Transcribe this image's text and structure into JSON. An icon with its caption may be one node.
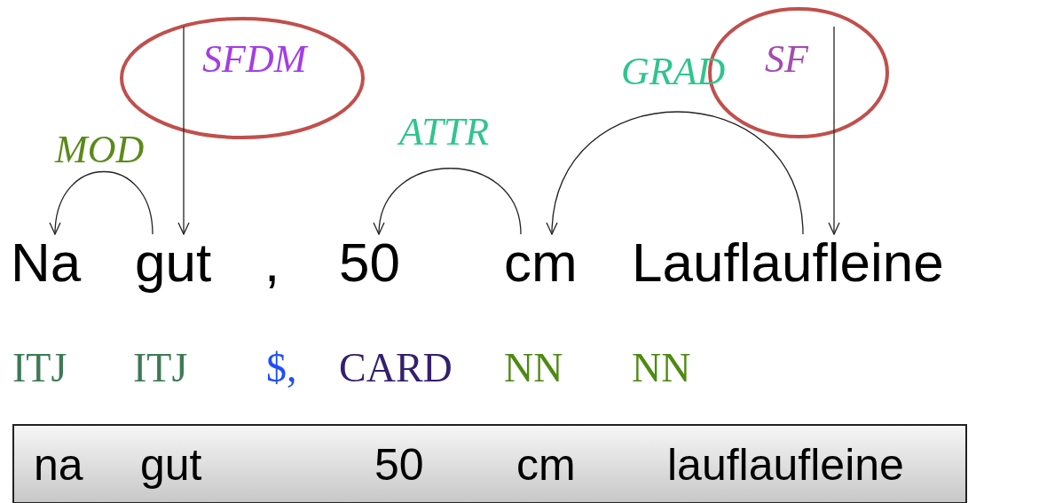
{
  "diagram": {
    "nodes": [
      {
        "text": [
          "Na"
        ],
        "beside": [
          "ITJ"
        ]
      },
      {
        "text": [
          "gut"
        ],
        "beside": [
          "ITJ"
        ]
      },
      {
        "text": [
          ","
        ],
        "beside": [
          "$,"
        ]
      },
      {
        "text": [
          "50"
        ],
        "beside": [
          "CARD"
        ]
      },
      {
        "text": [
          "cm"
        ],
        "beside": [
          "NN"
        ]
      },
      {
        "text": [
          "Lauflaufleine"
        ],
        "beside": [
          "NN"
        ]
      },
      {
        "text": [],
        "shape": "box"
      },
      {
        "text": [
          "na"
        ],
        "in": 6
      },
      {
        "text": [
          "gut"
        ],
        "in": 6
      },
      {
        "text": [
          "50"
        ],
        "in": 6
      },
      {
        "text": [
          "cm"
        ],
        "in": 6
      },
      {
        "text": [
          "lauflaufleine"
        ],
        "in": 6
      }
    ],
    "edges": [
      {
        "from": 1,
        "to": 0,
        "arrow": "to",
        "label": "MOD"
      },
      {
        "from": null,
        "to": 1,
        "arrow": "to",
        "label": "SFDM"
      },
      {
        "from": 4,
        "to": 3,
        "arrow": "to",
        "label": "ATTR"
      },
      {
        "from": 5,
        "to": 4,
        "arrow": "to",
        "label": "GRAD"
      },
      {
        "from": null,
        "to": 5,
        "arrow": "to",
        "label": "SF"
      }
    ]
  }
}
